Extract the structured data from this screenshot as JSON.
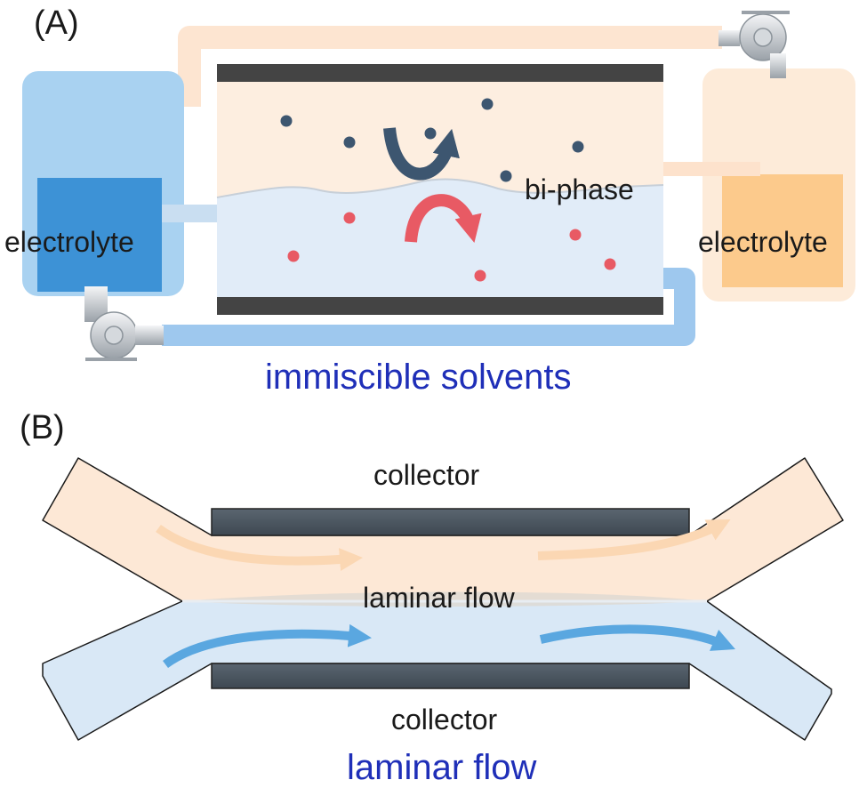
{
  "panel_a": {
    "label": "(A)",
    "left_tank_label": "electrolyte",
    "right_tank_label": "electrolyte",
    "interface_label": "bi-phase",
    "caption": "immiscible solvents",
    "colors": {
      "organic_phase": "#fdebdc",
      "aqueous_phase": "#dfeaf7",
      "electrode": "#444444",
      "blue_tank": "#8ec4ea",
      "blue_tank_liquid": "#3d92d6",
      "orange_tank": "#fde8d2",
      "orange_tank_liquid": "#fbc98a",
      "dark_particle": "#3d5670",
      "red_particle": "#e85a64"
    }
  },
  "panel_b": {
    "label": "(B)",
    "top_collector_label": "collector",
    "interface_label": "laminar flow",
    "bottom_collector_label": "collector",
    "caption": "laminar flow",
    "colors": {
      "upper_stream": "#fde8d6",
      "lower_stream": "#d9e8f6",
      "collector": "#4a5560"
    }
  }
}
